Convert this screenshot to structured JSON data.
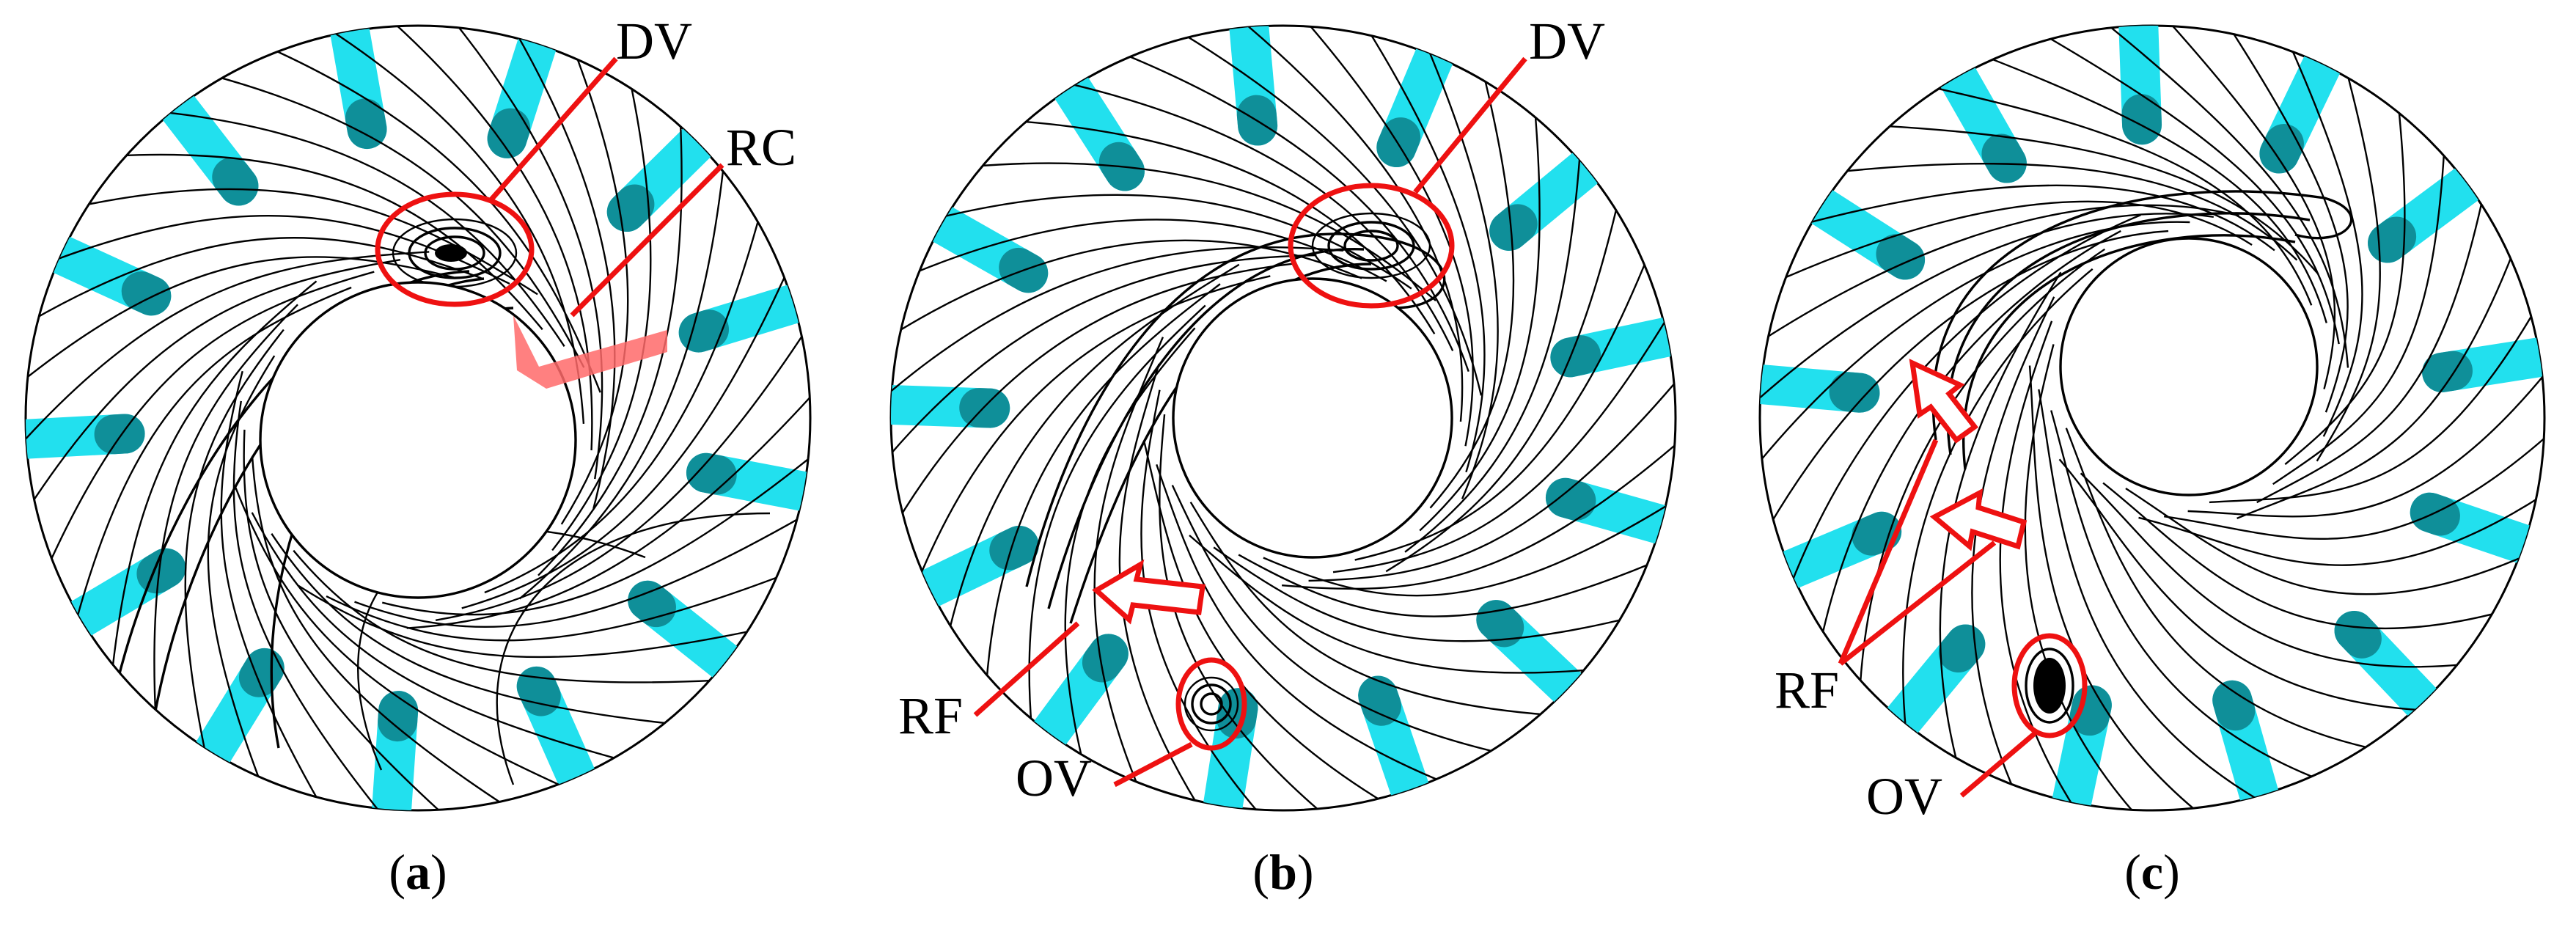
{
  "colors": {
    "vane": "#22e0ee",
    "vane_shade": "#0f8f99",
    "annotation": "#ee1111",
    "streamline": "#000000"
  },
  "panels": [
    {
      "id": "a",
      "caption": {
        "open": "(",
        "letter": "a",
        "close": ")"
      },
      "labels": [
        "DV",
        "RC"
      ]
    },
    {
      "id": "b",
      "caption": {
        "open": "(",
        "letter": "b",
        "close": ")"
      },
      "labels": [
        "DV",
        "RF",
        "OV"
      ]
    },
    {
      "id": "c",
      "caption": {
        "open": "(",
        "letter": "c",
        "close": ")"
      },
      "labels": [
        "RF",
        "OV"
      ]
    }
  ]
}
